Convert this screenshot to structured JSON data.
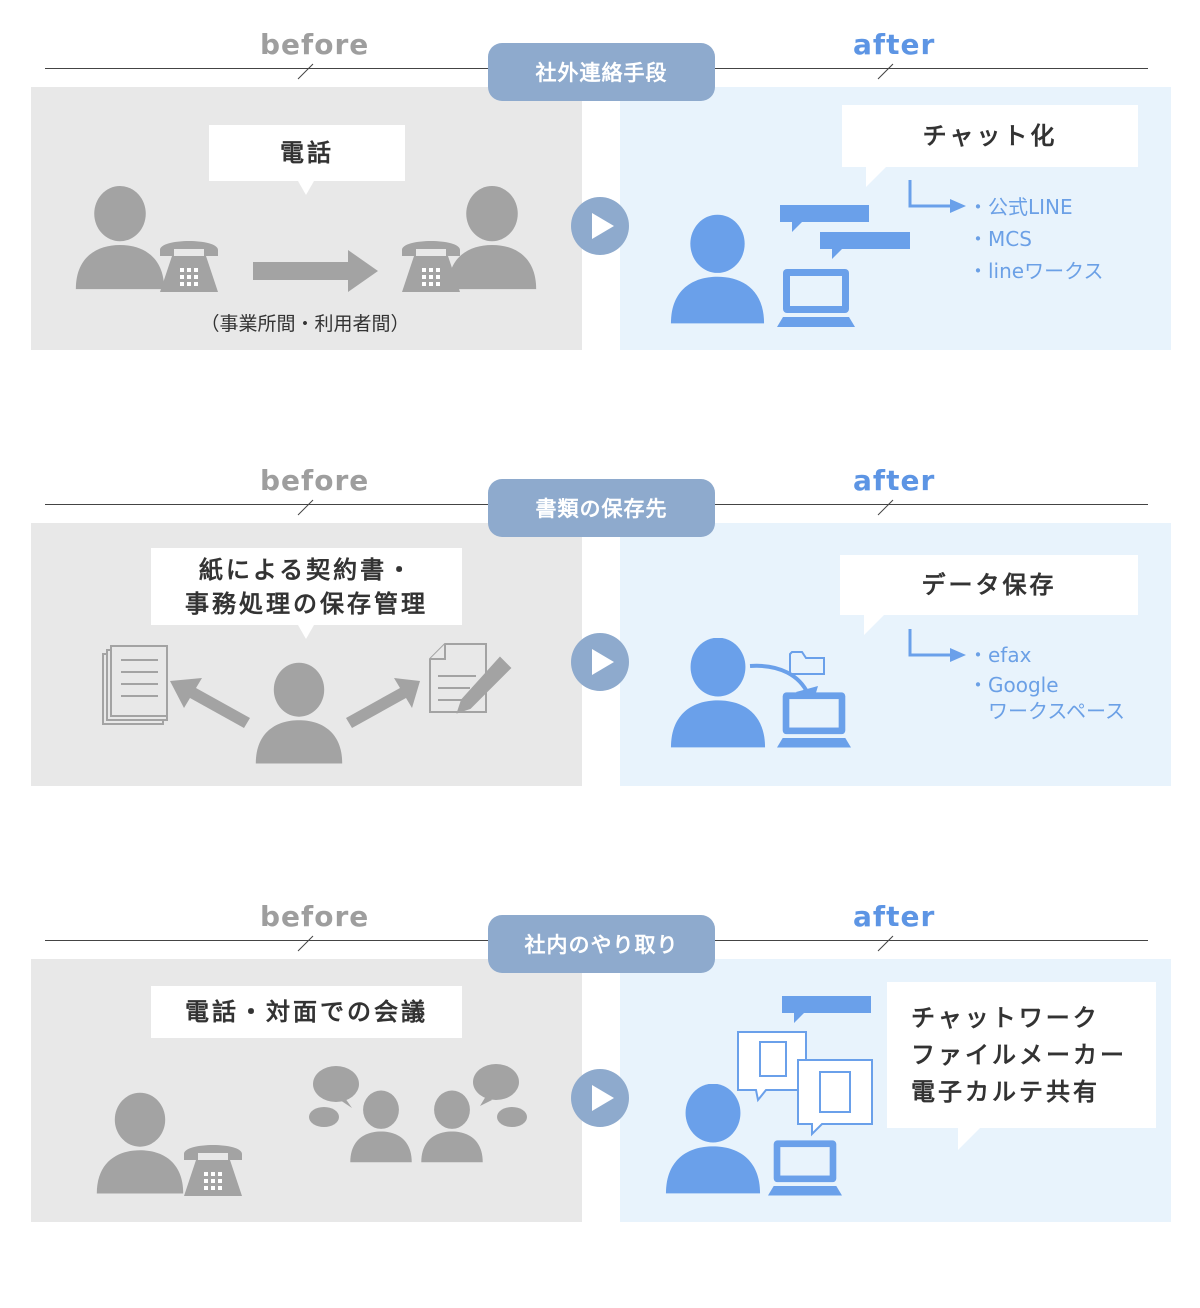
{
  "sections": [
    {
      "title": "社外連絡手段",
      "before_label": "before",
      "after_label": "after",
      "before_bubble": "電話",
      "before_caption": "（事業所間・利用者間）",
      "after_bubble": "チャット化",
      "after_items": [
        "・公式LINE",
        "・MCS",
        "・lineワークス"
      ]
    },
    {
      "title": "書類の保存先",
      "before_label": "before",
      "after_label": "after",
      "before_bubble_lines": [
        "紙による契約書・",
        "事務処理の保存管理"
      ],
      "after_bubble": "データ保存",
      "after_items": [
        "・efax",
        "・Google",
        "　ワークスペース"
      ]
    },
    {
      "title": "社内のやり取り",
      "before_label": "before",
      "after_label": "after",
      "before_bubble": "電話・対面での会議",
      "after_bubble_lines": [
        "チャットワーク",
        "ファイルメーカー",
        "電子カルテ共有"
      ]
    }
  ],
  "colors": {
    "gray_panel": "#e8e8e8",
    "blue_panel": "#e8f3fc",
    "pill": "#8eaacd",
    "blue_icon": "#6aa0ea",
    "gray_icon": "#a3a3a3"
  }
}
